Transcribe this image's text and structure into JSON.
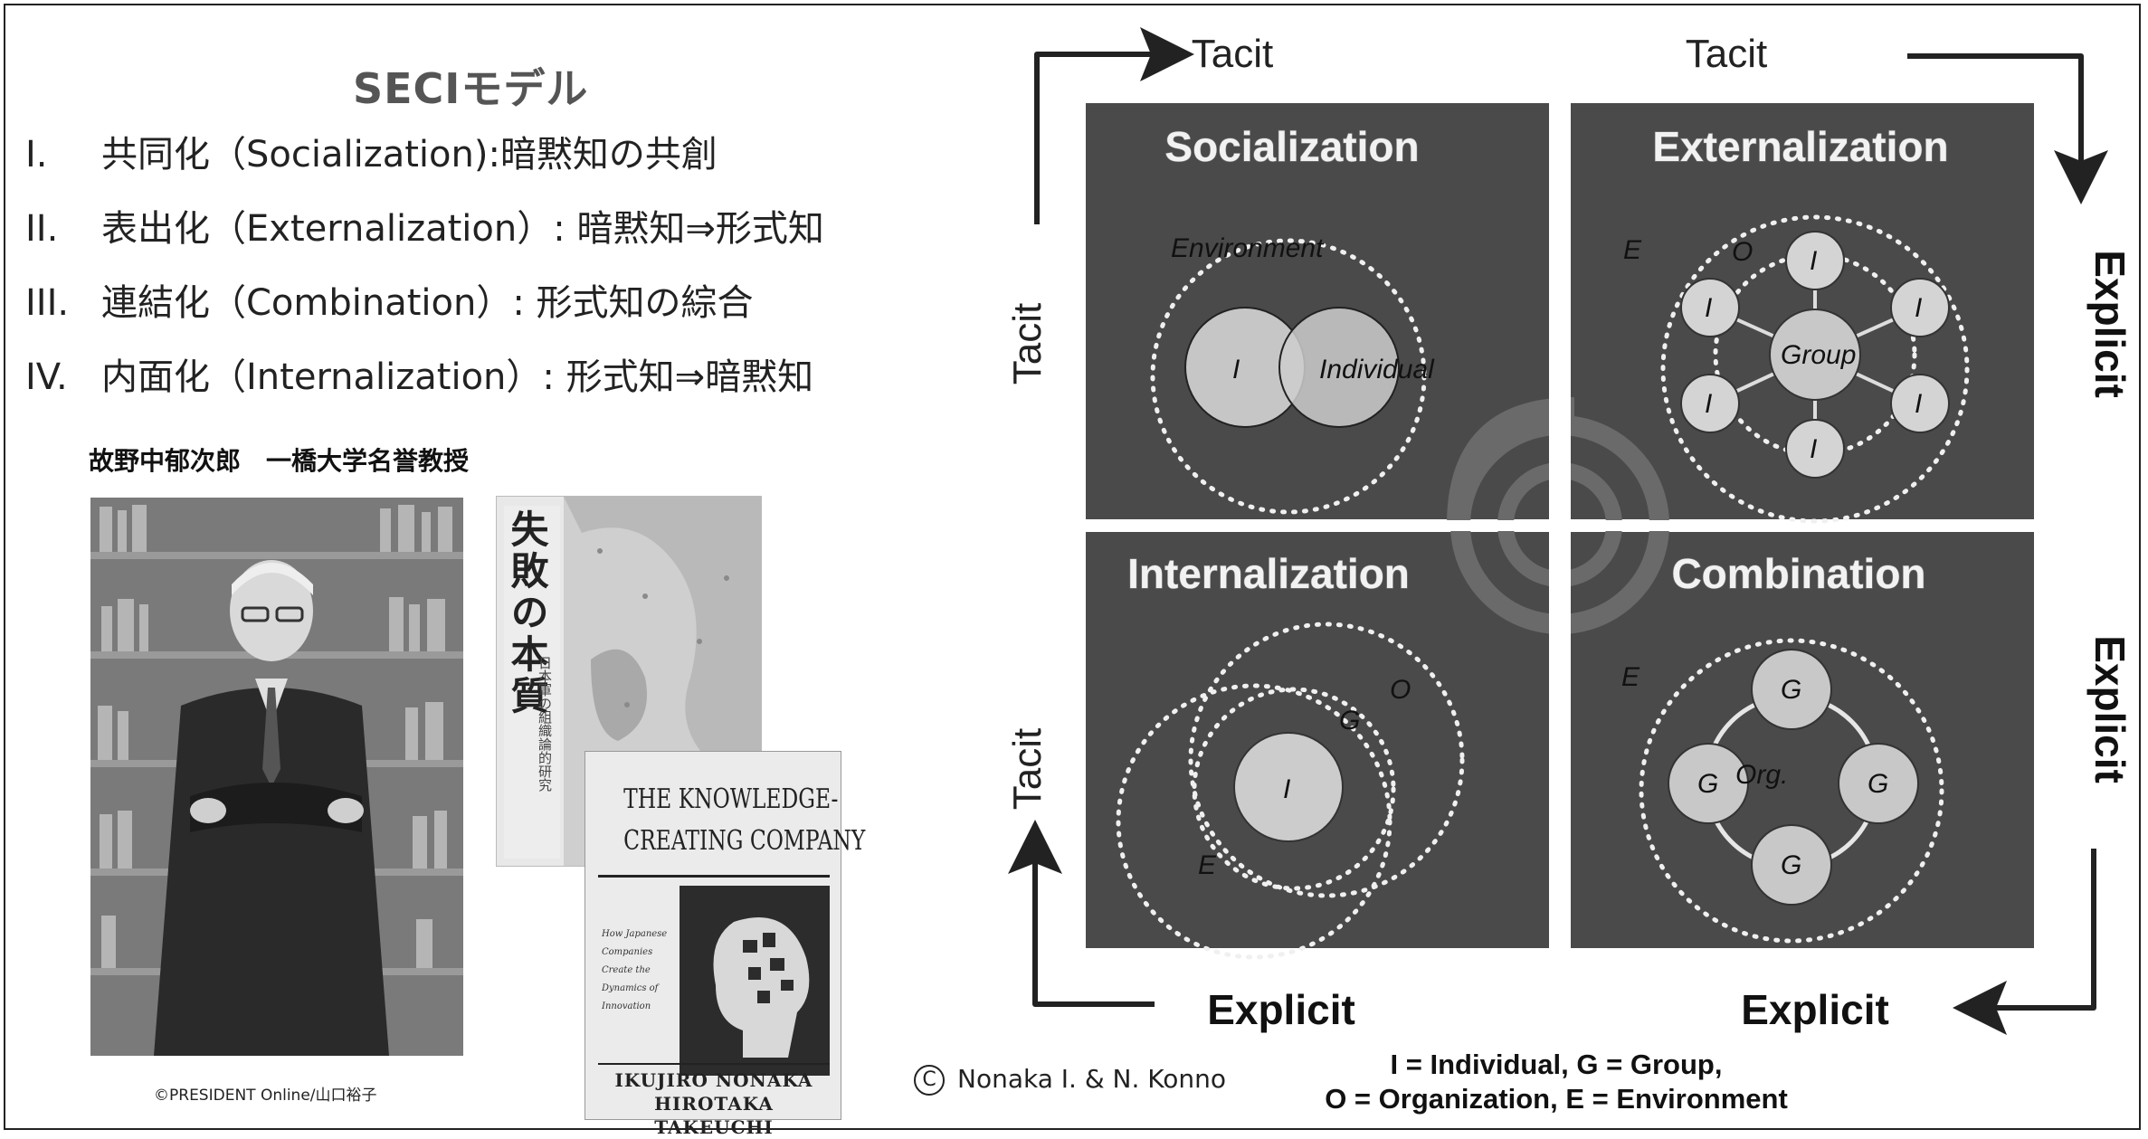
{
  "left": {
    "title": "SECIモデル",
    "items": [
      {
        "num": "I.",
        "text": "共同化（Socialization):暗黙知の共創"
      },
      {
        "num": "II.",
        "text": "表出化（Externalization）: 暗黙知⇒形式知"
      },
      {
        "num": "III.",
        "text": "連結化（Combination）: 形式知の綜合"
      },
      {
        "num": "IV.",
        "text": "内面化（Internalization）: 形式知⇒暗黙知"
      }
    ],
    "author_caption": "故野中郁次郎　一橋大学名誉教授",
    "photo_credit": "©PRESIDENT Online/山口裕子",
    "book1": {
      "title": "失敗の本質",
      "subtitle": "日本軍の組織論的研究"
    },
    "book2": {
      "title_line1": "THE KNOWLEDGE-",
      "title_line2": "CREATING COMPANY",
      "subtitle": "How Japanese Companies Create the Dynamics of Innovation",
      "author1": "IKUJIRO NONAKA",
      "author2": "HIROTAKA TAKEUCHI"
    },
    "copyright_symbol": "C",
    "copyright_text": "Nonaka I. & N. Konno"
  },
  "diagram": {
    "axes": {
      "top_left": "Tacit",
      "top_right": "Tacit",
      "left_upper": "Tacit",
      "left_lower": "Tacit",
      "right_upper": "Explicit",
      "right_lower": "Explicit",
      "bottom_left": "Explicit",
      "bottom_right": "Explicit"
    },
    "quadrants": {
      "socialization": {
        "title": "Socialization",
        "env": "Environment",
        "i": "I",
        "individual": "Individual"
      },
      "externalization": {
        "title": "Externalization",
        "e": "E",
        "o": "O",
        "i": "I",
        "group": "Group"
      },
      "internalization": {
        "title": "Internalization",
        "o": "O",
        "g": "G",
        "i": "I",
        "e": "E"
      },
      "combination": {
        "title": "Combination",
        "e": "E",
        "g": "G",
        "org": "Org."
      }
    },
    "legend_line1": "I  = Individual, G = Group,",
    "legend_line2": "O = Organization, E = Environment",
    "colors": {
      "quadrant": "#4a4a4a",
      "node": "#c8c8c8",
      "dotted": "#f0f0f0"
    }
  }
}
